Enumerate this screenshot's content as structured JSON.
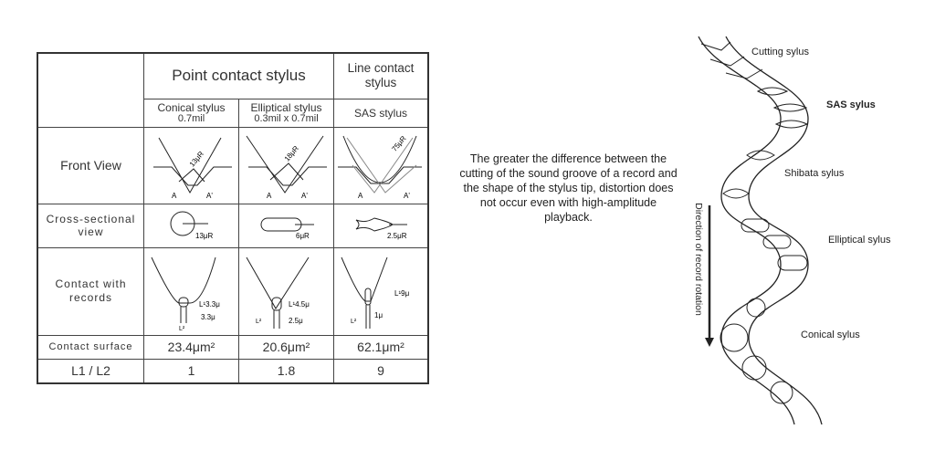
{
  "table": {
    "header_point": "Point contact stylus",
    "header_line": "Line contact stylus",
    "styli": [
      {
        "name": "Conical stylus",
        "size": "0.7mil"
      },
      {
        "name": "Elliptical stylus",
        "size": "0.3mil x 0.7mil"
      },
      {
        "name": "SAS stylus",
        "size": ""
      }
    ],
    "rows": {
      "front_view": "Front View",
      "cross_section": "Cross-sectional view",
      "contact": "Contact with records",
      "surface": "Contact surface",
      "ratio": "L1 / L2"
    },
    "front_radius": [
      "13μR",
      "18μR",
      "75μR"
    ],
    "front_points": [
      "A",
      "A'"
    ],
    "cross_radius": [
      "13μR",
      "6μR",
      "2.5μR"
    ],
    "contact_l1": [
      "L¹3.3μ",
      "L¹4.5μ",
      "L¹9μ"
    ],
    "contact_l2": [
      "3.3μ",
      "2.5μ",
      "1μ"
    ],
    "l2_label": "L²",
    "surface_values": [
      "23.4μm²",
      "20.6μm²",
      "62.1μm²"
    ],
    "ratio_values": [
      "1",
      "1.8",
      "9"
    ]
  },
  "description": "The greater the difference between the cutting of the sound groove of a record and the shape of the stylus tip, distortion does not occur even with high-amplitude playback.",
  "groove": {
    "labels": {
      "cutting": "Cutting sylus",
      "sas": "SAS sylus",
      "shibata": "Shibata sylus",
      "elliptical": "Elliptical sylus",
      "conical": "Conical sylus"
    },
    "direction": "Direction of record rotation"
  }
}
